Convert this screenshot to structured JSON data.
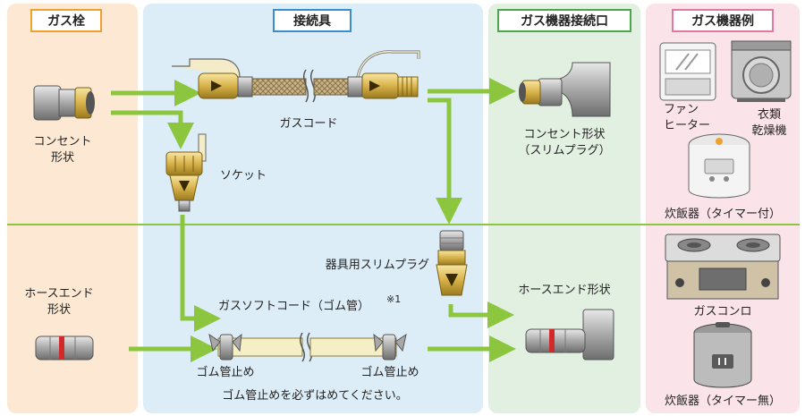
{
  "headers": {
    "gas_valve": "ガス栓",
    "connector": "接続具",
    "appliance_port": "ガス機器接続口",
    "appliance_examples": "ガス機器例"
  },
  "colors": {
    "orange_bg": "#fde9d3",
    "blue_bg": "#dcedf8",
    "green_bg": "#e2f0e2",
    "pink_bg": "#fbe3ea",
    "orange_border": "#f0a030",
    "blue_border": "#3a8ed0",
    "green_border": "#4aa84a",
    "pink_border": "#e07aa0",
    "arrow": "#8cc63f",
    "hose_yellow": "#f6eec4"
  },
  "labels": {
    "outlet_shape": [
      "コンセント",
      "形状"
    ],
    "gas_cord": "ガスコード",
    "socket": "ソケット",
    "outlet_slim": [
      "コンセント形状",
      "（スリムプラグ）"
    ],
    "fan_heater": [
      "ファン",
      "ヒーター"
    ],
    "dryer": [
      "衣類",
      "乾燥機"
    ],
    "rice_cooker_timer": "炊飯器（タイマー付）",
    "hose_end_shape": [
      "ホースエンド",
      "形状"
    ],
    "slim_plug": "器具用スリムプラグ",
    "soft_cord": "ガスソフトコード（ゴム管）",
    "note_mark": "※1",
    "hose_end_port": "ホースエンド形状",
    "stopper_left": "ゴム管止め",
    "stopper_right": "ゴム管止め",
    "warning": "ゴム管止めを必ずはめてください。",
    "gas_stove": "ガスコンロ",
    "rice_cooker_no_timer": "炊飯器（タイマー無）"
  }
}
